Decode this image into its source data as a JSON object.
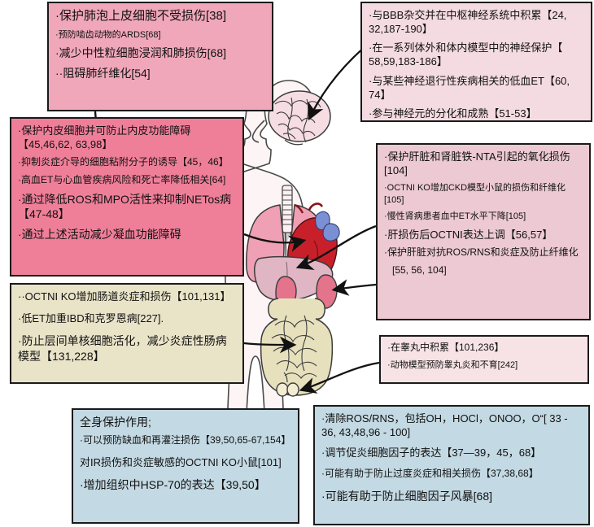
{
  "figure": {
    "title": "Ergothioneine (ET) / OCTN1 organ-protective effects diagram",
    "background_color": "#ffffff"
  },
  "colors": {
    "lung_box": "#f0a7ba",
    "brain_box": "#f4dbe1",
    "cardio_box": "#ef7f99",
    "liver_kidney_box": "#ecc9d3",
    "intestine_box": "#e9e3c8",
    "testis_box": "#f7e3e6",
    "systemic_box": "#c3d9e3",
    "ros_box": "#c3d9e3",
    "outline": "#1a1a1a",
    "lung_organ": "#f0a0b4",
    "heart_organ": "#c8202a",
    "liver_organ": "#e0b6c4",
    "kidney_organ": "#e4738c",
    "intestine_organ": "#e6e0bc",
    "brain_organ": "#f6dde4",
    "body_fill": "#fdf4f5"
  },
  "boxes": {
    "lung": {
      "name": "lung-box",
      "target_organ": "lungs",
      "lines": [
        "·保护肺泡上皮细胞不受损伤[38]",
        "·预防啮齿动物的ARDS[68]",
        "·减少中性粒细胞浸润和肺损伤[68]",
        "··阻碍肺纤维化[54]"
      ]
    },
    "brain": {
      "name": "brain-box",
      "target_organ": "brain",
      "lines": [
        "·与BBB杂交并在中枢神经系统中积累【24, 32,187-190】",
        "·在一系列体外和体内模型中的神经保护【 58,59,183-186】",
        "·与某些神经退行性疾病相关的低血ET【60, 74】",
        "·参与神经元的分化和成熟【51-53】"
      ]
    },
    "cardio": {
      "name": "cardiovascular-box",
      "target_organ": "heart",
      "lines": [
        "·保护内皮细胞并可防止内皮功能障碍【45,46,62, 63,98】",
        "·抑制炎症介导的细胞粘附分子的诱导【45，46】",
        "·高血ET与心血管疾病风险和死亡率降低相关[64]",
        "·通过降低ROS和MPO活性来抑制NETos病【47-48】",
        "·通过上述活动减少凝血功能障碍"
      ]
    },
    "liver_kidney": {
      "name": "liver-kidney-box",
      "target_organ": "liver-and-kidney",
      "lines": [
        "·保护肝脏和肾脏铁-NTA引起的氧化损伤[104]",
        "·OCTNI KO增加CKD模型小鼠的损伤和纤维化[105]",
        "·慢性肾病患者血中ET水平下降[105]",
        "·肝损伤后OCTNI表达上调【56,57】",
        "·保护肝脏对抗ROS/RNS和炎症及防止纤维化",
        "[55, 56, 104]"
      ]
    },
    "intestine": {
      "name": "intestine-box",
      "target_organ": "intestines",
      "lines": [
        "··OCTNI KO增加肠道炎症和损伤【101,131】",
        "·低ET加重IBD和克罗恩病[227].",
        "·防止层间单核细胞活化，减少炎症性肠病模型【131,228】"
      ]
    },
    "testis": {
      "name": "testis-box",
      "target_organ": "testes",
      "lines": [
        "·在睾丸中积累【101,236】",
        "·动物模型预防睾丸炎和不育[242]"
      ]
    },
    "systemic": {
      "name": "systemic-protection-box",
      "target_organ": "whole-body",
      "lines": [
        "全身保护作用;",
        "·可以预防缺血和再灌注损伤【39,50,65-67,154】",
        "对IR损伤和炎症敏感的OCTNI KO小鼠[101]",
        "·增加组织中HSP-70的表达【39,50】"
      ]
    },
    "ros": {
      "name": "ros-rns-box",
      "target_organ": "whole-body",
      "lines": [
        "·清除ROS/RNS，包括OH，HOCl，ONOO，O“[ 33 - 36, 43,48,96 - 100]",
        "·调节促炎细胞因子的表达【37—39，45，68】",
        "·可能有助于防止过度炎症和相关损伤【37,38,68】",
        "·可能有助于防止细胞因子风暴[68]"
      ]
    }
  },
  "organs": [
    {
      "name": "brain",
      "label": "brain"
    },
    {
      "name": "lungs",
      "label": "lungs"
    },
    {
      "name": "heart",
      "label": "heart"
    },
    {
      "name": "liver",
      "label": "liver"
    },
    {
      "name": "kidneys",
      "label": "kidneys"
    },
    {
      "name": "intestines",
      "label": "intestines"
    },
    {
      "name": "testes",
      "label": "testes"
    },
    {
      "name": "trachea",
      "label": "trachea"
    }
  ]
}
